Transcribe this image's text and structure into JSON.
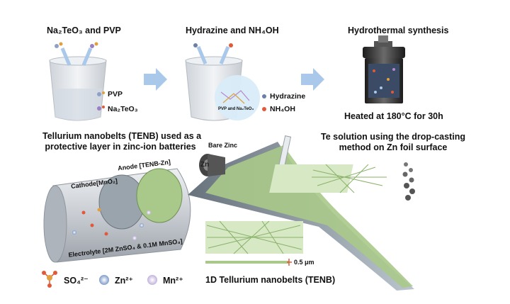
{
  "steps": [
    {
      "title": "Na₂TeO₃ and PVP",
      "labels": [
        "PVP",
        "Na₂TeO₃"
      ]
    },
    {
      "title": "Hydrazine and NH₄OH",
      "labels": [
        "Hydrazine",
        "NH₄OH"
      ],
      "inner_label": "PVP and Na₂TeO₃"
    },
    {
      "title": "Hydrothermal synthesis",
      "caption": "Heated at 180°C for 30h"
    }
  ],
  "battery": {
    "title_line1": "Tellurium nanobelts (TENB) used as a",
    "title_line2": "protective layer in zinc-ion batteries",
    "cathode": "Cathode[MnO₂]",
    "anode": "Anode [TENB-Zn]",
    "electrolyte": "Electrolyte [2M ZnSO₄ & 0.1M MnSO₄]"
  },
  "legend": [
    {
      "label": "SO₄²⁻",
      "color": "#e05a3a"
    },
    {
      "label": "Zn²⁺",
      "color": "#9fb6d8"
    },
    {
      "label": "Mn²⁺",
      "color": "#d8cfe8"
    }
  ],
  "dropcast": {
    "title_line1": "Te solution using the drop-casting",
    "title_line2": "method on Zn foil surface",
    "bare_zinc": "Bare Zinc",
    "zn_symbol": "Zn",
    "scale": "0.5 μm",
    "caption": "1D Tellurium nanobelts (TENB)"
  },
  "colors": {
    "arrow": "#a9c8ea",
    "nanobelt": "#a9c98a",
    "foil": "#8a9aa8",
    "beaker": "#dfe3e8"
  }
}
